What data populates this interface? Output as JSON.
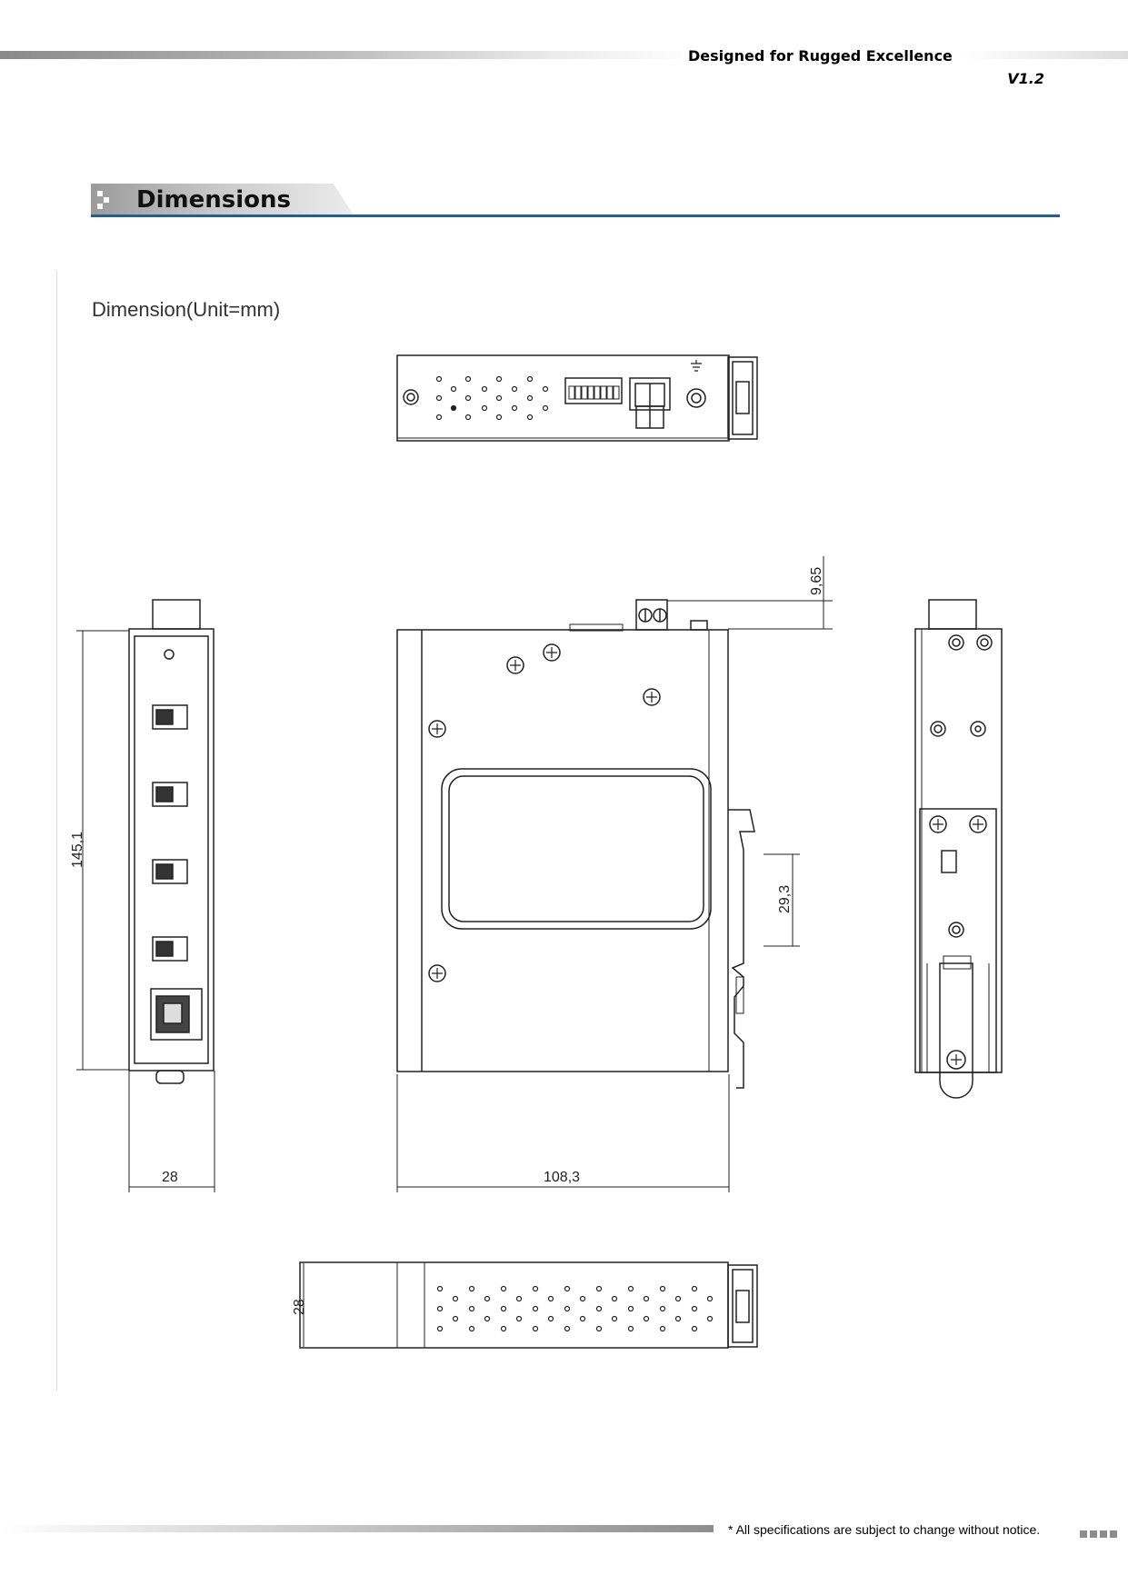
{
  "header": {
    "tagline": "Designed for Rugged Excellence",
    "version": "V1.2"
  },
  "section": {
    "title": "Dimensions"
  },
  "drawing": {
    "caption": "Dimension(Unit=mm)",
    "dimensions": {
      "height": "145,1",
      "side_width": "28",
      "front_width": "108,3",
      "top_offset": "9,65",
      "din_rail": "29,3",
      "bottom_depth": "28"
    }
  },
  "footer": {
    "note": "* All specifications are subject to change without notice."
  }
}
